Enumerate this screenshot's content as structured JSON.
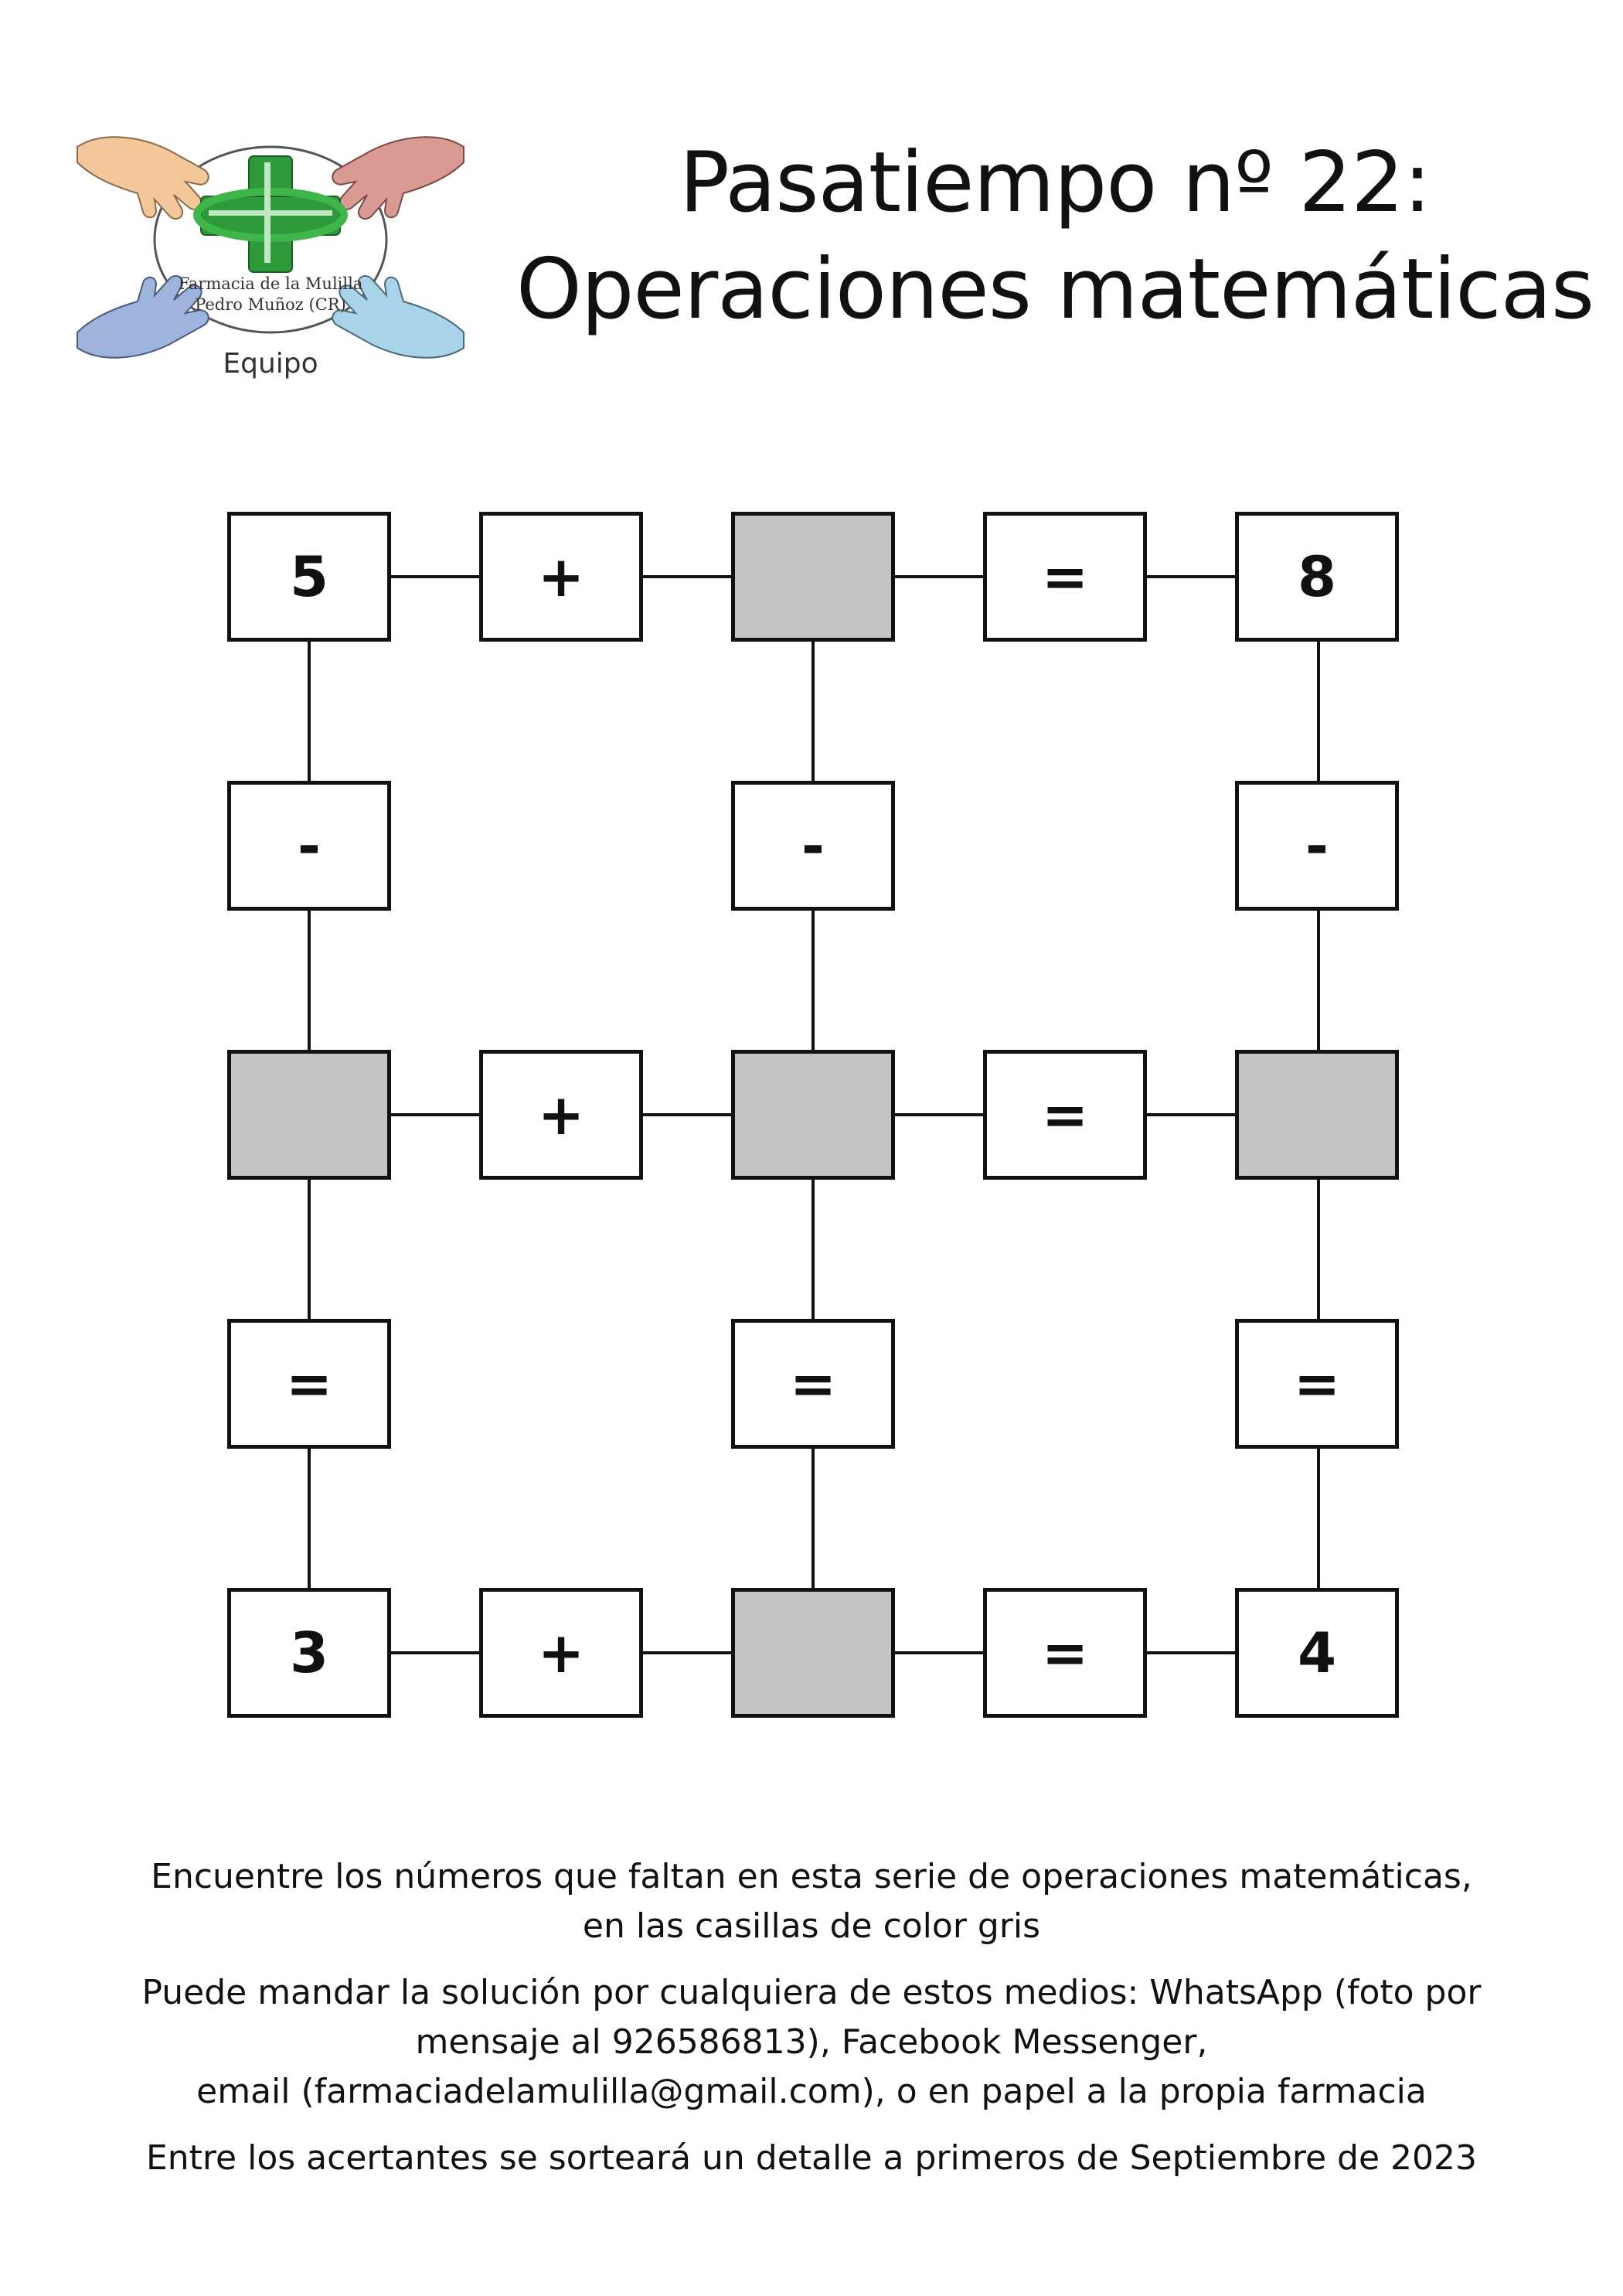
{
  "logo": {
    "line1": "Farmacia de la Mulilla",
    "line2": "Pedro Muñoz (CR)",
    "caption": "Equipo"
  },
  "title": {
    "line1": "Pasatiempo nº 22:",
    "line2": "Operaciones matemáticas"
  },
  "puzzle": {
    "rows": [
      [
        "5",
        "+",
        "",
        "=",
        "8"
      ],
      [
        "-",
        "",
        "-",
        "",
        "-"
      ],
      [
        "",
        "+",
        "",
        "=",
        ""
      ],
      [
        "=",
        "",
        "=",
        "",
        "="
      ],
      [
        "3",
        "+",
        "",
        "=",
        "4"
      ]
    ],
    "blank_color": "#c4c4c4"
  },
  "instructions": {
    "p1_line1": "Encuentre los números que faltan en esta serie de operaciones matemáticas,",
    "p1_line2": "en las casillas de color gris",
    "p2_line1": "Puede mandar la solución por cualquiera de estos medios: WhatsApp (foto por",
    "p2_line2": "mensaje al 926586813), Facebook Messenger,",
    "p2_line3": "email (farmaciadelamulilla@gmail.com), o en papel a la propia farmacia",
    "p3_line1": "Entre los acertantes se sorteará un detalle a primeros de Septiembre de 2023"
  }
}
